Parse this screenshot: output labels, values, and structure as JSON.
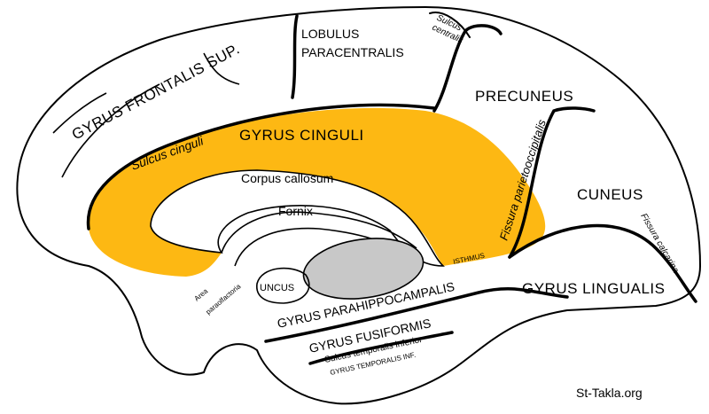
{
  "colors": {
    "cingulate": "#FDB813",
    "thalamus": "#C8C8C8",
    "outline": "#000000"
  },
  "labels": {
    "gyrus_frontalis_sup": "GYRUS FRONTALIS SUP.",
    "lobulus_paracentralis_1": "LOBULUS",
    "lobulus_paracentralis_2": "PARACENTRALIS",
    "sulcus_centralis_1": "Sulcus",
    "sulcus_centralis_2": "centralis",
    "precuneus": "PRECUNEUS",
    "gyrus_cinguli": "GYRUS CINGULI",
    "sulcus_cinguli": "Sulcus cinguli",
    "corpus_callosum": "Corpus callosum",
    "fissura_parietooccipitalis": "Fissura parietooccipitalis",
    "cuneus": "CUNEUS",
    "fissura_calcarina": "Fissura calcarina",
    "fornix": "Fornix",
    "isthmus": "ISTHMUS",
    "uncus": "UNCUS",
    "area_paraolfactoria_1": "Area",
    "area_paraolfactoria_2": "paraolfactoria",
    "gyrus_parahippocampalis": "GYRUS PARAHIPPOCAMPALIS",
    "gyrus_lingualis": "GYRUS LINGUALIS",
    "gyrus_fusiformis": "GYRUS FUSIFORMIS",
    "sulcus_temporalis_inferior": "Sulcus temporalis inferior",
    "gyrus_temporalis_inf": "GYRUS TEMPORALIS INF."
  },
  "watermark": "St-Takla.org"
}
